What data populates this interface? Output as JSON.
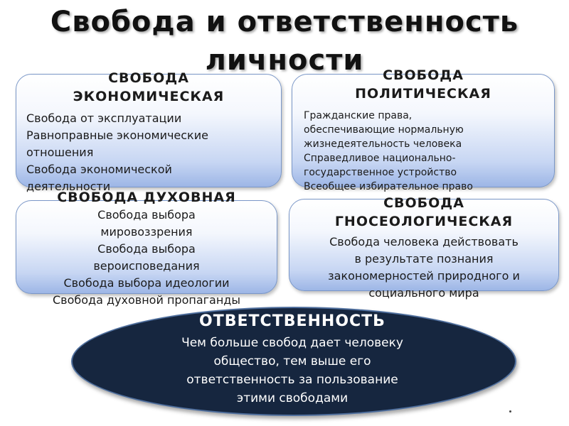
{
  "title": {
    "line1": "Свобода и ответственность",
    "line2": "личности"
  },
  "economic": {
    "heading_line1": "СВОБОДА",
    "heading_line2": "ЭКОНОМИЧЕСКАЯ",
    "items": [
      "Свобода от эксплуатации",
      "Равноправные экономические",
      "отношения",
      "Свобода экономической",
      "деятельности"
    ]
  },
  "political": {
    "heading_line1": "СВОБОДА",
    "heading_line2": "ПОЛИТИЧЕСКАЯ",
    "items": [
      "Гражданские права,",
      "обеспечивающие нормальную",
      "жизнедеятельность человека",
      "Справедливое национально-",
      "государственное устройство",
      "Всеобщее избирательное право"
    ]
  },
  "spiritual": {
    "heading": "СВОБОДА ДУХОВНАЯ",
    "items": [
      "Свобода выбора",
      "мировоззрения",
      "Свобода выбора",
      "вероисповедания",
      "Свобода выбора идеологии",
      "Свобода духовной пропаганды"
    ]
  },
  "gnoseological": {
    "heading_line1": "СВОБОДА",
    "heading_line2": "ГНОСЕОЛОГИЧЕСКАЯ",
    "items": [
      "Свобода человека действовать",
      "в результате познания",
      "закономерностей природного и",
      "социального мира"
    ]
  },
  "responsibility": {
    "heading": "ОТВЕТСТВЕННОСТЬ",
    "lines": [
      "Чем больше свобод дает человеку",
      "общество, тем выше его",
      "ответственность за пользование",
      "этими свободами"
    ]
  }
}
